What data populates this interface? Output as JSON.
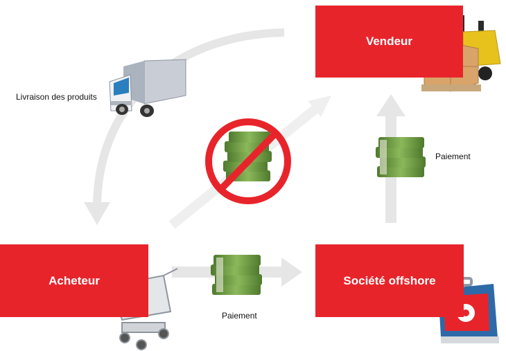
{
  "nodes": {
    "vendeur": {
      "label": "Vendeur"
    },
    "acheteur": {
      "label": "Acheteur"
    },
    "offshore": {
      "label": "Société offshore"
    }
  },
  "edges": {
    "delivery_label": "Livraison des produits",
    "payment_up_label": "Paiement",
    "payment_right_label": "Paiement"
  },
  "colors": {
    "node_fill": "#e8242b",
    "arrow": "#e6e6e6",
    "prohibited": "#e8242b",
    "cash": "#5f8a3a"
  },
  "icons": [
    "forklift-with-boxes-icon",
    "delivery-truck-icon",
    "prohibited-money-icon",
    "money-stack-icon",
    "shopping-cart-icon",
    "hong-kong-briefcase-icon"
  ]
}
